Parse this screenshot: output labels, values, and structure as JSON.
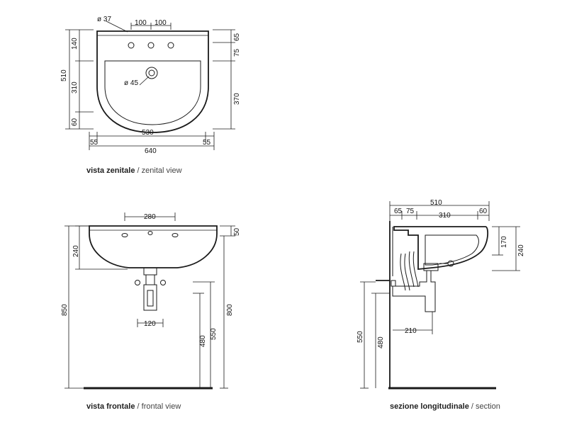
{
  "top_view": {
    "caption_bold": "vista zenitale",
    "caption_light": " / zenital view",
    "dims": {
      "hole_dia": "ø 37",
      "hole_spacing_1": "100",
      "hole_spacing_2": "100",
      "drain_dia": "ø 45",
      "depth_total": "510",
      "depth_back": "140",
      "depth_mid": "310",
      "depth_front": "60",
      "right_top": "65",
      "right_mid": "75",
      "right_bottom": "370",
      "width_inner": "530",
      "margin_left": "55",
      "margin_right": "55",
      "width_total": "640"
    }
  },
  "front_view": {
    "caption_bold": "vista frontale",
    "caption_light": " / frontal view",
    "dims": {
      "width_top": "280",
      "height_basin": "240",
      "rim": "50",
      "height_total": "850",
      "height_800": "800",
      "height_550": "550",
      "height_480": "480",
      "pipe_spacing": "120"
    }
  },
  "section_view": {
    "caption_bold": "sezione longitudinale",
    "caption_light": " / section",
    "dims": {
      "depth_total": "510",
      "seg_65": "65",
      "seg_75": "75",
      "seg_310": "310",
      "seg_60": "60",
      "right_170": "170",
      "right_240": "240",
      "height_550": "550",
      "height_480": "480",
      "trap_210": "210"
    }
  }
}
